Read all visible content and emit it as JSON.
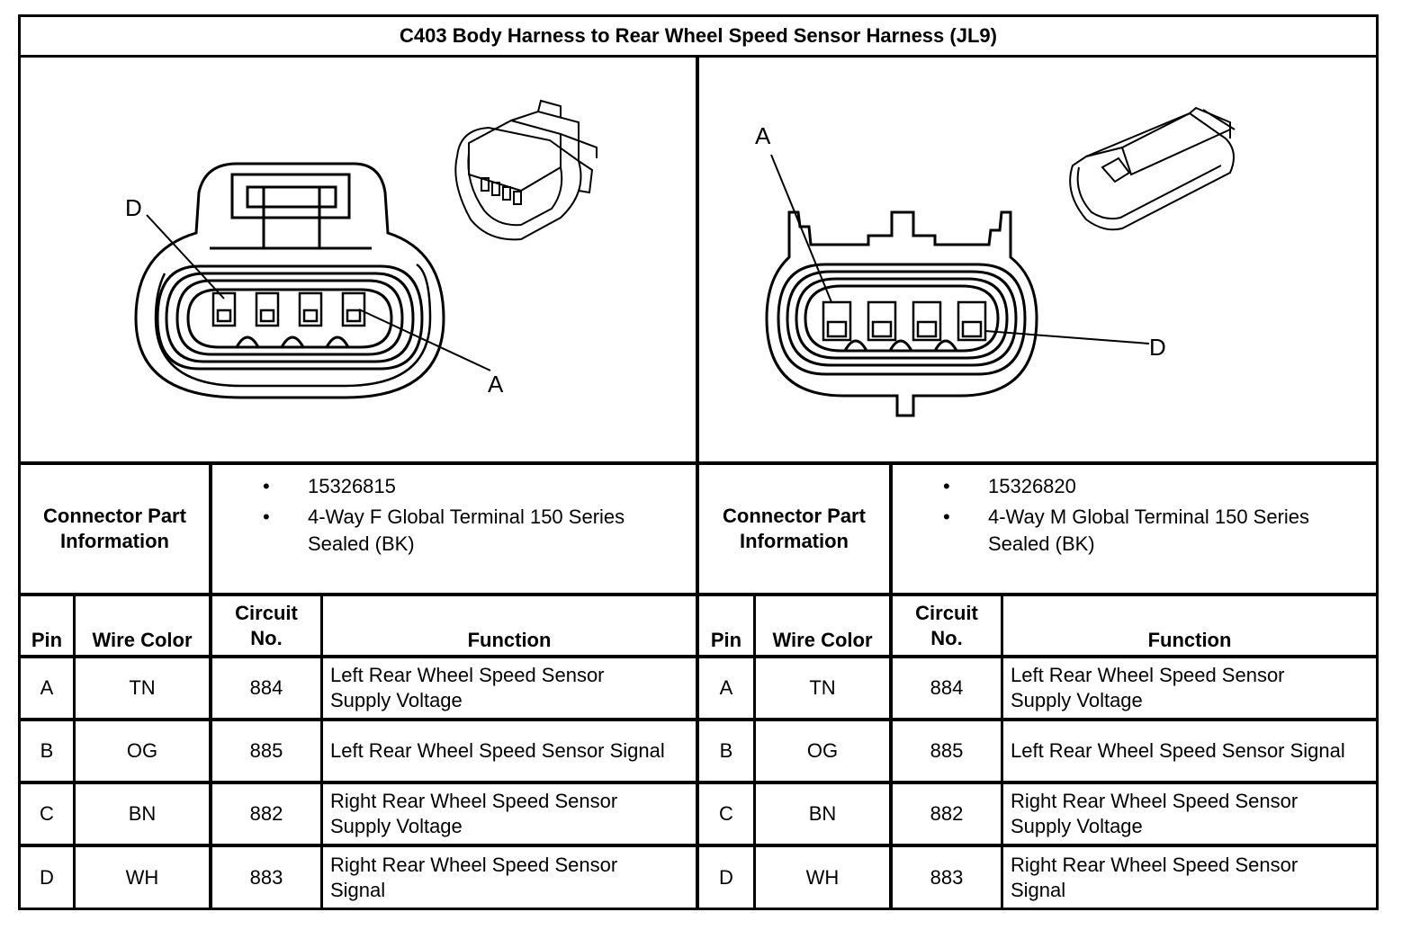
{
  "title": "C403 Body Harness to Rear Wheel Speed Sensor Harness (JL9)",
  "left": {
    "diagram": {
      "label_top": "D",
      "label_bottom": "A",
      "connector_icon": "female-connector-icon"
    },
    "part_info_label": "Connector Part Information",
    "part_info": [
      "15326815",
      "4-Way F Global Terminal 150 Series Sealed (BK)"
    ],
    "table": {
      "headers": {
        "pin": "Pin",
        "wire_color": "Wire Color",
        "circuit": "Circuit No.",
        "function": "Function"
      },
      "rows": [
        {
          "pin": "A",
          "wire_color": "TN",
          "circuit": "884",
          "function": "Left Rear Wheel Speed Sensor Supply Voltage"
        },
        {
          "pin": "B",
          "wire_color": "OG",
          "circuit": "885",
          "function": "Left Rear Wheel Speed Sensor Signal"
        },
        {
          "pin": "C",
          "wire_color": "BN",
          "circuit": "882",
          "function": "Right Rear Wheel Speed Sensor Supply Voltage"
        },
        {
          "pin": "D",
          "wire_color": "WH",
          "circuit": "883",
          "function": "Right Rear Wheel Speed Sensor Signal"
        }
      ]
    }
  },
  "right": {
    "diagram": {
      "label_top": "A",
      "label_right": "D",
      "connector_icon": "male-connector-icon"
    },
    "part_info_label": "Connector Part Information",
    "part_info": [
      "15326820",
      "4-Way M Global Terminal 150 Series Sealed (BK)"
    ],
    "table": {
      "headers": {
        "pin": "Pin",
        "wire_color": "Wire Color",
        "circuit": "Circuit No.",
        "function": "Function"
      },
      "rows": [
        {
          "pin": "A",
          "wire_color": "TN",
          "circuit": "884",
          "function": "Left Rear Wheel Speed Sensor Supply Voltage"
        },
        {
          "pin": "B",
          "wire_color": "OG",
          "circuit": "885",
          "function": "Left Rear Wheel Speed Sensor Signal"
        },
        {
          "pin": "C",
          "wire_color": "BN",
          "circuit": "882",
          "function": "Right Rear Wheel Speed Sensor Supply Voltage"
        },
        {
          "pin": "D",
          "wire_color": "WH",
          "circuit": "883",
          "function": "Right Rear Wheel Speed Sensor Signal"
        }
      ]
    }
  }
}
